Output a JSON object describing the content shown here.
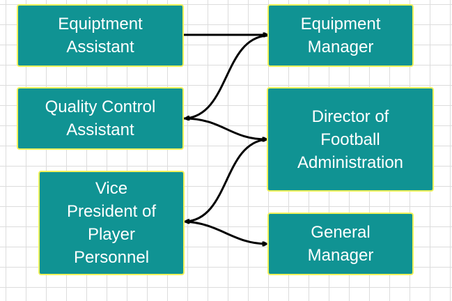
{
  "colors": {
    "node_fill": "#109393",
    "node_border": "#f2f25a",
    "node_text": "#ffffff",
    "edge": "#000000",
    "grid": "#dcdcdc"
  },
  "nodes": {
    "equiptment_assistant": "Equiptment\nAssistant",
    "quality_control_assistant": "Quality Control\nAssistant",
    "vp_player_personnel": "Vice\nPresident of\nPlayer\nPersonnel",
    "equipment_manager": "Equipment\nManager",
    "director_football_administration": "Director of\nFootball\nAdministration",
    "general_manager": "General\nManager"
  },
  "edges": [
    {
      "from": "Equiptment Assistant",
      "to": "Equipment Manager"
    },
    {
      "from": "Equipment Manager",
      "to": "Quality Control Assistant"
    },
    {
      "from": "Quality Control Assistant",
      "to": "Director of Football Administration"
    },
    {
      "from": "Director of Football Administration",
      "to": "Vice President of Player Personnel"
    },
    {
      "from": "Vice President of Player Personnel",
      "to": "General Manager"
    }
  ]
}
